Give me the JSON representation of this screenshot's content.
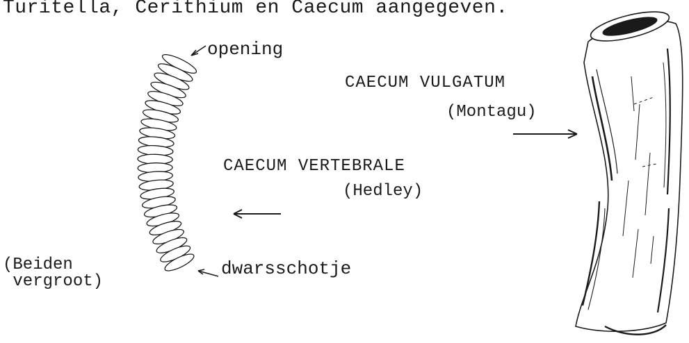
{
  "header": {
    "text": "Turitella, Cerithium en Caecum aangegeven."
  },
  "labels": {
    "opening": "opening",
    "septum": "dwarsschotje",
    "enlarged": "(Beiden\n vergroot)"
  },
  "species": {
    "vulgatum": {
      "name": "CAECUM VULGATUM",
      "author": "(Montagu)"
    },
    "vertebrale": {
      "name": "CAECUM VERTEBRALE",
      "author": "(Hedley)"
    }
  },
  "ink_color": "#1a1a1a"
}
